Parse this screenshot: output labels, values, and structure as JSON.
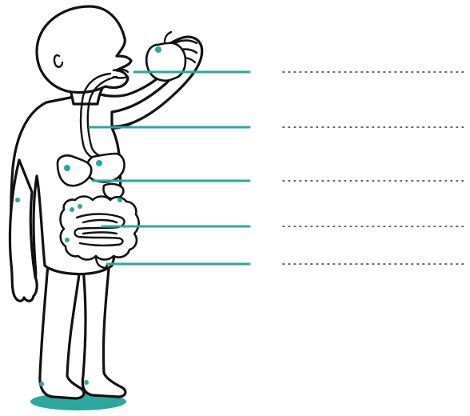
{
  "colors": {
    "accent": "#2aa7a0",
    "outline": "#111111",
    "background": "#ffffff"
  },
  "labels": [
    {
      "id": "mouth",
      "answer": ""
    },
    {
      "id": "oesophagus",
      "answer": ""
    },
    {
      "id": "stomach",
      "answer": ""
    },
    {
      "id": "small-intestine",
      "answer": ""
    },
    {
      "id": "large-intestine",
      "answer": ""
    }
  ]
}
